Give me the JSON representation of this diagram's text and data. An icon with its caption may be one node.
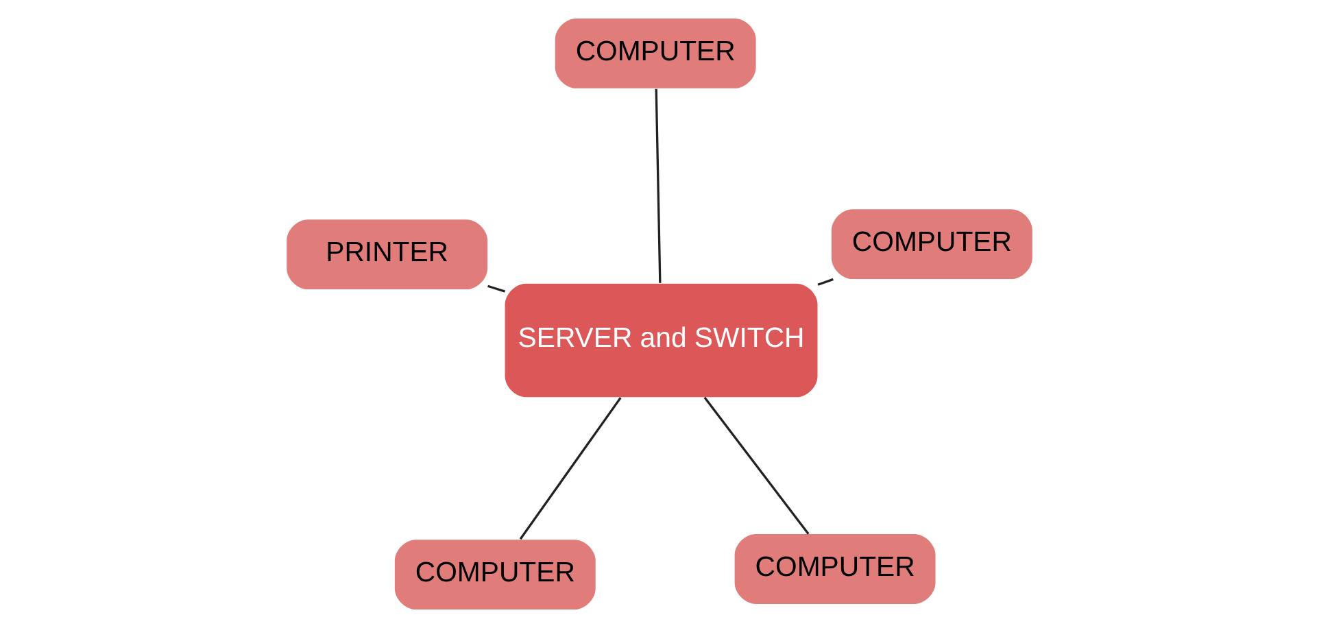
{
  "diagram": {
    "nodes": [
      {
        "text": [
          "COMPUTER"
        ]
      },
      {
        "text": [
          "COMPUTER"
        ]
      },
      {
        "text": [
          "SERVER and SWITCH"
        ]
      },
      {
        "text": [
          "COMPUTER"
        ]
      },
      {
        "text": [
          "COMPUTER"
        ]
      },
      {
        "text": [
          "PRINTER"
        ]
      }
    ],
    "edges": [
      {
        "from": 2,
        "to": 0,
        "arrow": "none"
      },
      {
        "from": 2,
        "to": 1,
        "arrow": "none"
      },
      {
        "from": 2,
        "to": 3,
        "arrow": "none"
      },
      {
        "from": 2,
        "to": 4,
        "arrow": "none"
      },
      {
        "from": 2,
        "to": 5,
        "arrow": "none"
      }
    ]
  }
}
